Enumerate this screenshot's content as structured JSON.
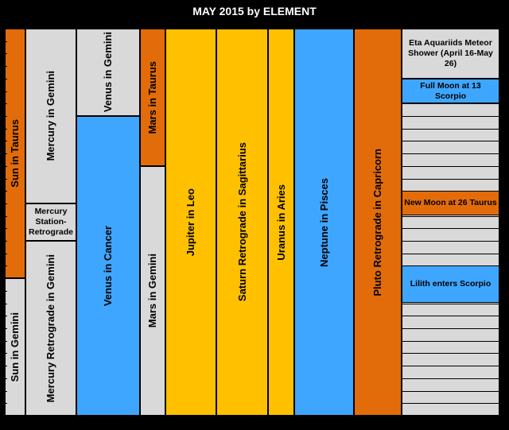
{
  "title": "MAY 2015 by ELEMENT",
  "colors": {
    "fire": "#e36c0a",
    "air": "#d9d9d9",
    "water": "#3ea6ff",
    "fire_planet": "#ffc000",
    "earth_pluto": "#e36c0a",
    "day_line": "#000000",
    "background": "#000000"
  },
  "chart_data": {
    "type": "table",
    "title": "MAY 2015 by ELEMENT",
    "days_in_month": 31,
    "columns": [
      {
        "segments": [
          {
            "label": "Sun in Taurus",
            "from_day": 1,
            "to_day": 20,
            "color_key": "fire",
            "orient": "vertical"
          },
          {
            "label": "Sun in Gemini",
            "from_day": 21,
            "to_day": 31,
            "color_key": "air",
            "orient": "vertical"
          }
        ]
      },
      {
        "segments": [
          {
            "label": "Mercury in Gemini",
            "from_day": 1,
            "to_day": 14,
            "color_key": "air",
            "orient": "vertical"
          },
          {
            "label": "Mercury Station-Retrograde",
            "from_day": 15,
            "to_day": 17,
            "color_key": "air",
            "orient": "horizontal"
          },
          {
            "label": "Mercury Retrograde in Gemini",
            "from_day": 18,
            "to_day": 31,
            "color_key": "air",
            "orient": "vertical"
          }
        ]
      },
      {
        "segments": [
          {
            "label": "Venus in Gemini",
            "from_day": 1,
            "to_day": 7,
            "color_key": "air",
            "orient": "vertical"
          },
          {
            "label": "Venus in Cancer",
            "from_day": 8,
            "to_day": 31,
            "color_key": "water",
            "orient": "vertical"
          }
        ]
      },
      {
        "segments": [
          {
            "label": "Mars in Taurus",
            "from_day": 1,
            "to_day": 11,
            "color_key": "fire",
            "orient": "vertical"
          },
          {
            "label": "Mars in Gemini",
            "from_day": 12,
            "to_day": 31,
            "color_key": "air",
            "orient": "vertical"
          }
        ]
      },
      {
        "segments": [
          {
            "label": "Jupiter in Leo",
            "from_day": 1,
            "to_day": 31,
            "color_key": "fire_planet",
            "orient": "vertical"
          }
        ]
      },
      {
        "segments": [
          {
            "label": "Saturn Retrograde in Sagittarius",
            "from_day": 1,
            "to_day": 31,
            "color_key": "fire_planet",
            "orient": "vertical"
          }
        ]
      },
      {
        "segments": [
          {
            "label": "Uranus in Aries",
            "from_day": 1,
            "to_day": 31,
            "color_key": "fire_planet",
            "orient": "vertical"
          }
        ]
      },
      {
        "segments": [
          {
            "label": "Neptune in Pisces",
            "from_day": 1,
            "to_day": 31,
            "color_key": "water",
            "orient": "vertical"
          }
        ]
      },
      {
        "segments": [
          {
            "label": "Pluto Retrograde in Capricorn",
            "from_day": 1,
            "to_day": 31,
            "color_key": "earth_pluto",
            "orient": "vertical"
          }
        ]
      },
      {
        "events": [
          {
            "label": "Eta Aquariids Meteor Shower (April 16-May 26)",
            "from_day": 1,
            "to_day": 4,
            "color_key": "air"
          },
          {
            "label": "Full Moon at 13 Scorpio",
            "from_day": 5,
            "to_day": 6,
            "color_key": "water"
          },
          {
            "label": "New Moon at 26 Taurus",
            "from_day": 14,
            "to_day": 15,
            "color_key": "fire"
          },
          {
            "label": "Lilith enters Scorpio",
            "from_day": 20,
            "to_day": 22,
            "color_key": "water"
          }
        ],
        "empty_color_key": "air"
      }
    ]
  }
}
